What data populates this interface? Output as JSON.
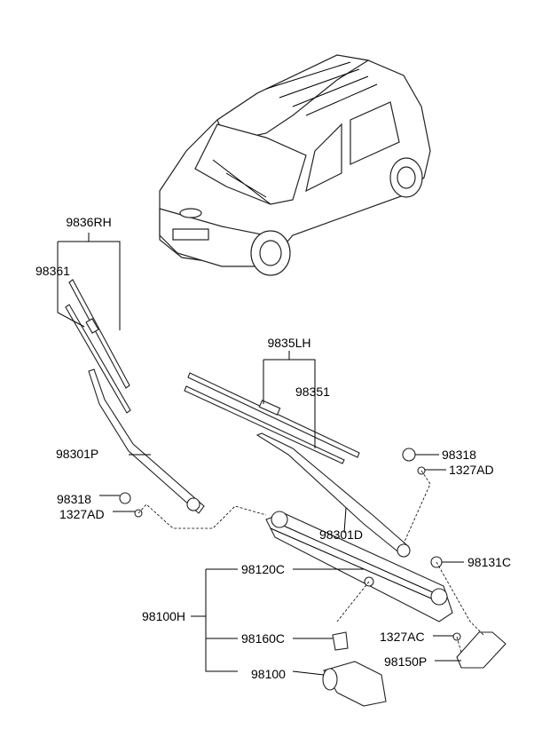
{
  "labels": {
    "blade_rh_assy": "9836RH",
    "blade_rh_refill": "98361",
    "arm_rh": "98301P",
    "cap_rh": "98318",
    "nut_rh": "1327AD",
    "blade_lh_assy": "9835LH",
    "blade_lh_refill": "98351",
    "arm_lh": "98301D",
    "cap_lh": "98318",
    "nut_lh": "1327AD",
    "bushing": "98131C",
    "linkage": "98120C",
    "motor_linkage_assy": "98100H",
    "crank": "98160C",
    "nut_motor": "1327AC",
    "bracket": "98150P",
    "motor": "98100"
  }
}
